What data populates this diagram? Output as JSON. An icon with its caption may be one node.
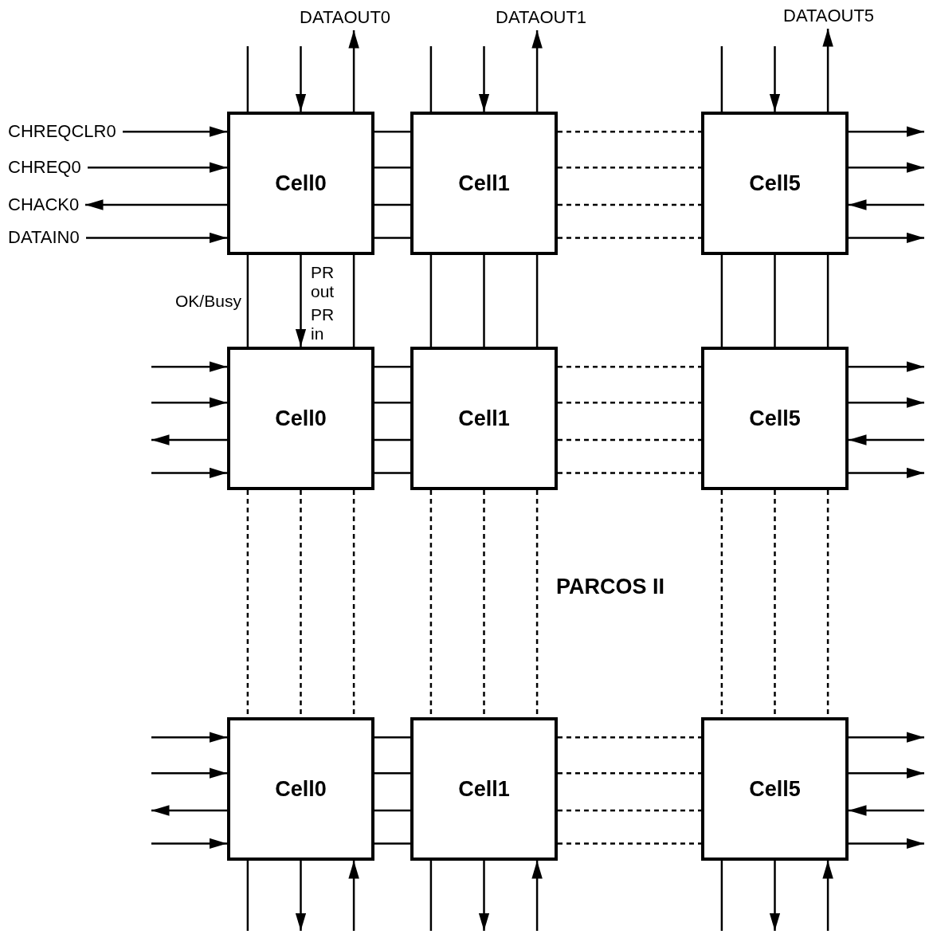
{
  "diagram": {
    "nodes": [
      {
        "text": [
          "DATAOUT0"
        ]
      },
      {
        "text": [
          "DATAOUT1"
        ]
      },
      {
        "text": [
          "DATAOUT5"
        ]
      },
      {
        "text": [
          "CHREQCLR0"
        ]
      },
      {
        "text": [
          "CHREQ0"
        ]
      },
      {
        "text": [
          "CHACK0"
        ]
      },
      {
        "text": [
          "DATAIN0"
        ]
      },
      {
        "text": [
          "Cell0"
        ]
      },
      {
        "text": [
          "Cell1"
        ]
      },
      {
        "text": [
          "Cell5"
        ]
      },
      {
        "text": [
          "Cell0"
        ]
      },
      {
        "text": [
          "Cell1"
        ]
      },
      {
        "text": [
          "Cell5"
        ]
      },
      {
        "text": [
          "Cell0"
        ]
      },
      {
        "text": [
          "Cell1"
        ]
      },
      {
        "text": [
          "Cell5"
        ]
      }
    ],
    "edges": [
      {
        "from": null,
        "to": 7,
        "arrow": "none"
      },
      {
        "from": null,
        "to": 7,
        "arrow": "to"
      },
      {
        "from": 7,
        "to": 0,
        "arrow": "to"
      },
      {
        "from": null,
        "to": 8,
        "arrow": "none"
      },
      {
        "from": null,
        "to": 8,
        "arrow": "to"
      },
      {
        "from": 8,
        "to": 1,
        "arrow": "to"
      },
      {
        "from": null,
        "to": 9,
        "arrow": "none"
      },
      {
        "from": null,
        "to": 9,
        "arrow": "to"
      },
      {
        "from": 9,
        "to": 2,
        "arrow": "to"
      },
      {
        "from": 3,
        "to": 7,
        "arrow": "to"
      },
      {
        "from": 4,
        "to": 7,
        "arrow": "to"
      },
      {
        "from": 7,
        "to": 5,
        "arrow": "to"
      },
      {
        "from": 6,
        "to": 7,
        "arrow": "to"
      },
      {
        "from": 7,
        "to": 8,
        "arrow": "none"
      },
      {
        "from": 7,
        "to": 8,
        "arrow": "none"
      },
      {
        "from": 7,
        "to": 8,
        "arrow": "none"
      },
      {
        "from": 7,
        "to": 8,
        "arrow": "none"
      },
      {
        "from": 8,
        "to": 9,
        "arrow": "none",
        "style": "dashed"
      },
      {
        "from": 8,
        "to": 9,
        "arrow": "none",
        "style": "dashed"
      },
      {
        "from": 8,
        "to": 9,
        "arrow": "none",
        "style": "dashed"
      },
      {
        "from": 8,
        "to": 9,
        "arrow": "none",
        "style": "dashed"
      },
      {
        "from": 9,
        "to": null,
        "arrow": "to"
      },
      {
        "from": 9,
        "to": null,
        "arrow": "to"
      },
      {
        "from": null,
        "to": 9,
        "arrow": "to"
      },
      {
        "from": 9,
        "to": null,
        "arrow": "to"
      },
      {
        "from": null,
        "to": 10,
        "arrow": "to"
      },
      {
        "from": null,
        "to": 10,
        "arrow": "to"
      },
      {
        "from": 10,
        "to": null,
        "arrow": "to"
      },
      {
        "from": null,
        "to": 10,
        "arrow": "to"
      },
      {
        "from": 10,
        "to": 11,
        "arrow": "none"
      },
      {
        "from": 10,
        "to": 11,
        "arrow": "none"
      },
      {
        "from": 10,
        "to": 11,
        "arrow": "none"
      },
      {
        "from": 10,
        "to": 11,
        "arrow": "none"
      },
      {
        "from": 11,
        "to": 12,
        "arrow": "none",
        "style": "dashed"
      },
      {
        "from": 11,
        "to": 12,
        "arrow": "none",
        "style": "dashed"
      },
      {
        "from": 11,
        "to": 12,
        "arrow": "none",
        "style": "dashed"
      },
      {
        "from": 11,
        "to": 12,
        "arrow": "none",
        "style": "dashed"
      },
      {
        "from": 12,
        "to": null,
        "arrow": "to"
      },
      {
        "from": 12,
        "to": null,
        "arrow": "to"
      },
      {
        "from": null,
        "to": 12,
        "arrow": "to"
      },
      {
        "from": 12,
        "to": null,
        "arrow": "to"
      },
      {
        "from": 7,
        "to": 10,
        "arrow": "none",
        "label": "OK/Busy"
      },
      {
        "from": 7,
        "to": 10,
        "arrow": "to"
      },
      {
        "from": 7,
        "to": 10,
        "arrow": "none"
      },
      {
        "from": 8,
        "to": 11,
        "arrow": "none"
      },
      {
        "from": 8,
        "to": 11,
        "arrow": "none"
      },
      {
        "from": 8,
        "to": 11,
        "arrow": "none"
      },
      {
        "from": 9,
        "to": 12,
        "arrow": "none"
      },
      {
        "from": 9,
        "to": 12,
        "arrow": "none"
      },
      {
        "from": 9,
        "to": 12,
        "arrow": "none"
      },
      {
        "from": 10,
        "to": 13,
        "arrow": "none",
        "style": "dashed"
      },
      {
        "from": 10,
        "to": 13,
        "arrow": "none",
        "style": "dashed"
      },
      {
        "from": 10,
        "to": 13,
        "arrow": "none",
        "style": "dashed"
      },
      {
        "from": 11,
        "to": 14,
        "arrow": "none",
        "style": "dashed"
      },
      {
        "from": 11,
        "to": 14,
        "arrow": "none",
        "style": "dashed"
      },
      {
        "from": 11,
        "to": 14,
        "arrow": "none",
        "style": "dashed"
      },
      {
        "from": 12,
        "to": 15,
        "arrow": "none",
        "style": "dashed"
      },
      {
        "from": 12,
        "to": 15,
        "arrow": "none",
        "style": "dashed"
      },
      {
        "from": 12,
        "to": 15,
        "arrow": "none",
        "style": "dashed"
      },
      {
        "from": null,
        "to": 13,
        "arrow": "to"
      },
      {
        "from": null,
        "to": 13,
        "arrow": "to"
      },
      {
        "from": 13,
        "to": null,
        "arrow": "to"
      },
      {
        "from": null,
        "to": 13,
        "arrow": "to"
      },
      {
        "from": 13,
        "to": 14,
        "arrow": "none"
      },
      {
        "from": 13,
        "to": 14,
        "arrow": "none"
      },
      {
        "from": 13,
        "to": 14,
        "arrow": "none"
      },
      {
        "from": 13,
        "to": 14,
        "arrow": "none"
      },
      {
        "from": 14,
        "to": 15,
        "arrow": "none",
        "style": "dashed"
      },
      {
        "from": 14,
        "to": 15,
        "arrow": "none",
        "style": "dashed"
      },
      {
        "from": 14,
        "to": 15,
        "arrow": "none",
        "style": "dashed"
      },
      {
        "from": 14,
        "to": 15,
        "arrow": "none",
        "style": "dashed"
      },
      {
        "from": 15,
        "to": null,
        "arrow": "to"
      },
      {
        "from": 15,
        "to": null,
        "arrow": "to"
      },
      {
        "from": null,
        "to": 15,
        "arrow": "to"
      },
      {
        "from": 15,
        "to": null,
        "arrow": "to"
      },
      {
        "from": 13,
        "to": null,
        "arrow": "none"
      },
      {
        "from": 13,
        "to": null,
        "arrow": "to"
      },
      {
        "from": null,
        "to": 13,
        "arrow": "to"
      },
      {
        "from": 14,
        "to": null,
        "arrow": "none"
      },
      {
        "from": 14,
        "to": null,
        "arrow": "to"
      },
      {
        "from": null,
        "to": 14,
        "arrow": "to"
      },
      {
        "from": 15,
        "to": null,
        "arrow": "none"
      },
      {
        "from": 15,
        "to": null,
        "arrow": "to"
      },
      {
        "from": null,
        "to": 15,
        "arrow": "to"
      }
    ],
    "labels": [
      "PR out",
      "PR in",
      "PARCOS II"
    ]
  }
}
